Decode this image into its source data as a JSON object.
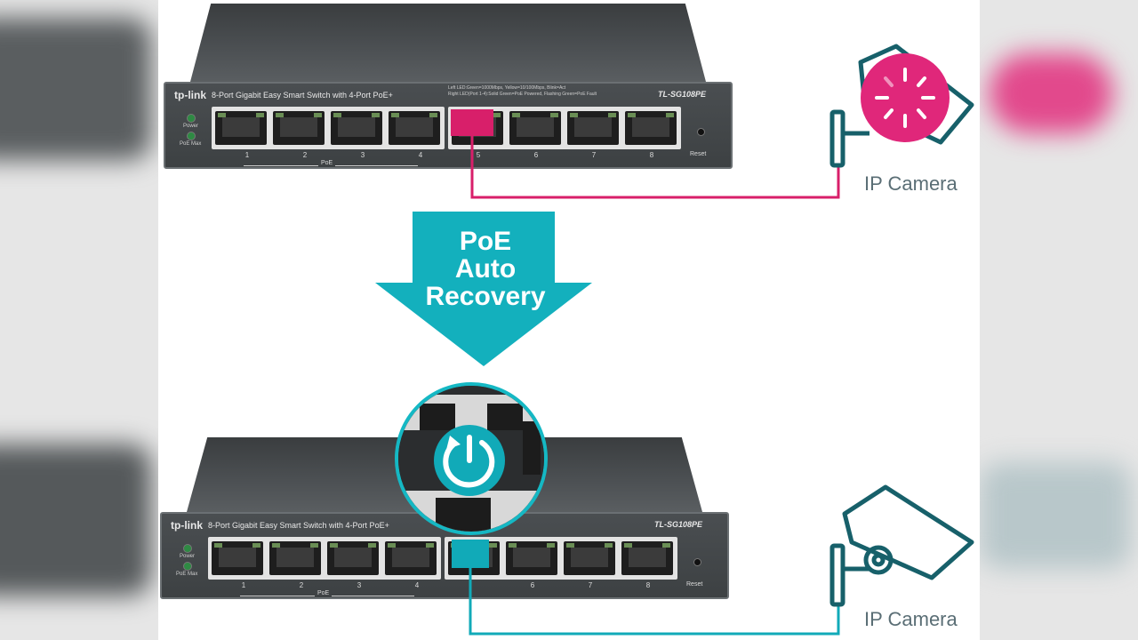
{
  "product": {
    "brand": "tp-link",
    "description": "8-Port Gigabit Easy Smart Switch with 4-Port PoE+",
    "model": "TL-SG108PE",
    "led_legend_line1": "Left LED:Green=1000Mbps, Yellow=10/100Mbps, Blink=Act",
    "led_legend_line2": "Right LED(Port 1-4):Solid Green=PoE Powered, Flashing Green=PoE Fault",
    "led_power": "Power",
    "led_poe_max": "PoE Max",
    "port_numbers": [
      "1",
      "2",
      "3",
      "4",
      "5",
      "6",
      "7",
      "8"
    ],
    "poe_label": "PoE",
    "reset_label": "Reset"
  },
  "arrow": {
    "line1": "PoE",
    "line2": "Auto",
    "line3": "Recovery"
  },
  "cameras": {
    "top_label": "IP Camera",
    "bottom_label": "IP Camera"
  },
  "colors": {
    "fault": "#d81f6a",
    "recovered": "#11aab8",
    "arrow": "#13b0bd"
  },
  "icons": {
    "fault": "loading-spinner-icon",
    "recovery": "power-restart-icon"
  }
}
